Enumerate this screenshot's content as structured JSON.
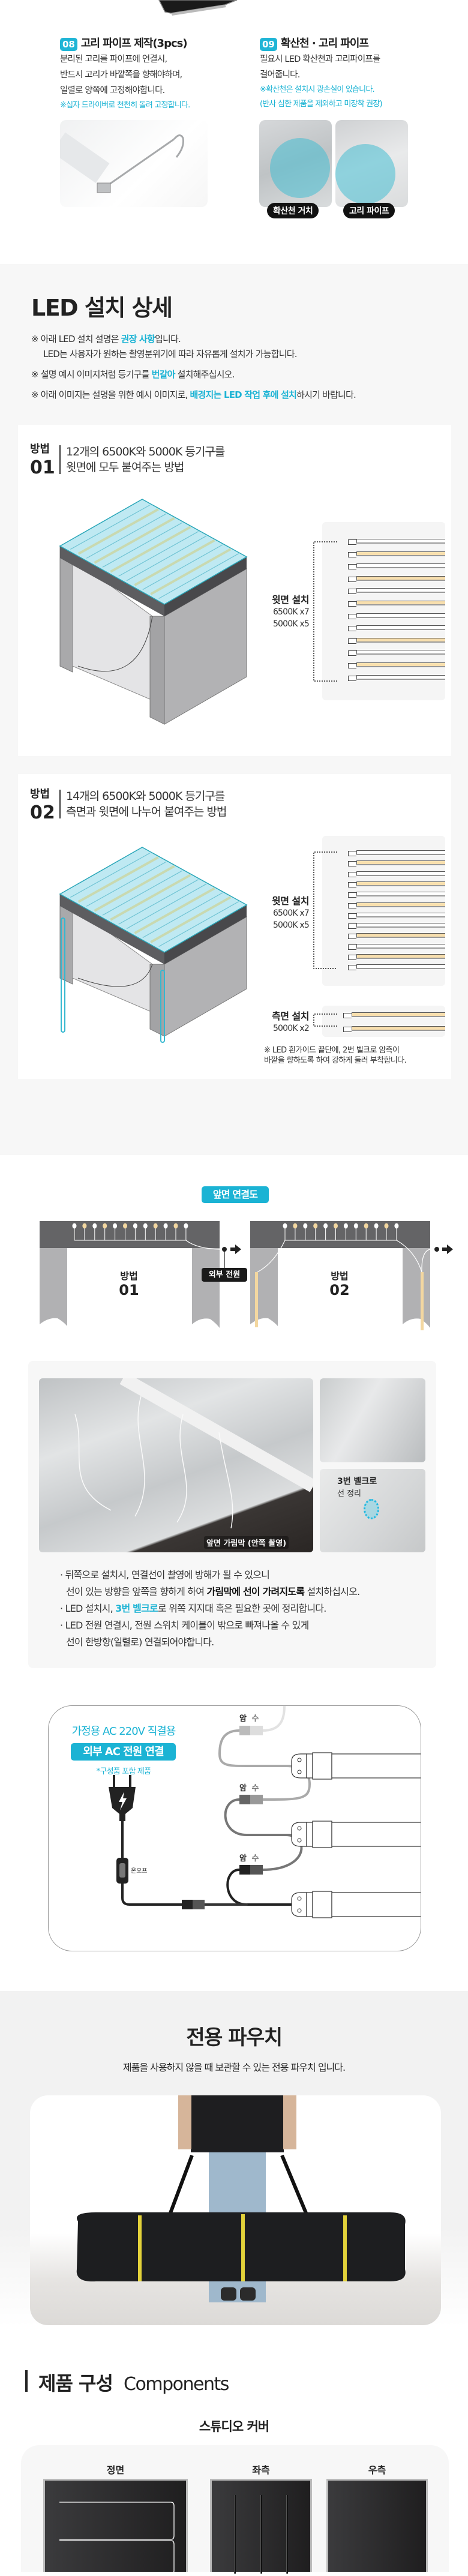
{
  "step08": {
    "number": "08",
    "title": "고리 파이프 제작(3pcs)",
    "lines": [
      "분리된 고리를 파이프에 연결시,",
      "반드시 고리가 바깥쪽을 향해야하며,",
      "일렬로 양쪽에 고정해야합니다."
    ],
    "note": "※십자 드라이버로 천천히 돌려 고정합니다."
  },
  "step09": {
    "number": "09",
    "title": "확산천 · 고리 파이프",
    "lines": [
      "필요시 LED 확산천과 고리파이프를",
      "걸어줍니다."
    ],
    "notes": [
      "※확산천은 설치시 광손실이 있습니다.",
      "(반사 심한 제품을 제외하고 미장착 권장)"
    ],
    "photo_labels": [
      "확산천 거치",
      "고리 파이프"
    ]
  },
  "led_detail": {
    "title": "LED 설치 상세",
    "note1": {
      "pre": "※ 아래 LED 설치 설명은 ",
      "hl": "권장 사항",
      "post": "입니다."
    },
    "note1b": "LED는 사용자가 원하는 촬영분위기에 따라 자유롭게 설치가 가능합니다.",
    "note2": {
      "pre": "※ 설명 예시 이미지처럼 등기구를 ",
      "hl": "번갈아",
      "post": " 설치해주십시오."
    },
    "note3": {
      "pre": "※ 아래 이미지는 설명을 위한 예시 이미지로, ",
      "hl": "배경지는 LED 작업 후에 설치",
      "post": "하시기 바랍니다."
    }
  },
  "method1": {
    "label": "방법",
    "number": "01",
    "desc": [
      "12개의 6500K와 5000K 등기구를",
      "윗면에 모두 붙여주는 방법"
    ],
    "top_label": "윗면 설치",
    "top_counts": [
      "6500K x7",
      "5000K x5"
    ],
    "tubes": [
      "6500K",
      "5000K",
      "6500K",
      "5000K",
      "6500K",
      "5000K",
      "6500K",
      "6500K",
      "5000K",
      "6500K",
      "5000K",
      "6500K"
    ]
  },
  "method2": {
    "label": "방법",
    "number": "02",
    "desc": [
      "14개의 6500K와 5000K 등기구를",
      "측면과 윗면에 나누어 붙여주는 방법"
    ],
    "top_label": "윗면 설치",
    "top_counts": [
      "6500K x7",
      "5000K x5"
    ],
    "tubes": [
      "6500K",
      "5000K",
      "6500K",
      "5000K",
      "6500K",
      "5000K",
      "6500K",
      "6500K",
      "5000K",
      "6500K",
      "5000K",
      "6500K"
    ],
    "side_label": "측면 설치",
    "side_counts": [
      "5000K x2"
    ],
    "side_tubes": [
      "5000K",
      "5000K"
    ],
    "note": [
      "※ LED 흰가이드 끝단에, 2번 벨크로 암측이",
      "바깥을 향하도록 하여 강하게 둘러 부착합니다."
    ]
  },
  "front_wiring": {
    "badge": "앞면 연결도",
    "method1": {
      "label": "방법",
      "number": "01"
    },
    "method2": {
      "label": "방법",
      "number": "02"
    },
    "power_label": "외부 전원",
    "photo_caption": "앞면 가림막 (안쪽 촬영)",
    "velcro_label": "3번 벨크로",
    "velcro_sub": "선 정리",
    "bullets": [
      {
        "line1": "뒤쪽으로 설치시, 연결선이 촬영에 방해가 될 수 있으니",
        "line2_pre": "선이 있는 방향을 앞쪽을 향하게 하여 ",
        "line2_bold": "가림막에 선이 가려지도록",
        "line2_post": " 설치하십시오."
      },
      {
        "pre": "LED 설치시, ",
        "hl": "3번 벨크로",
        "post": "로 위쪽 지지대 혹은 필요한 곳에 정리합니다."
      },
      {
        "line1": "LED 전원 연결시, 전원 스위치 케이블이 밖으로 빠져나올 수 있게",
        "line2": "선이 한방향(일렬로) 연결되어야합니다."
      }
    ]
  },
  "ac_diagram": {
    "headline": "가정용 AC 220V 직결용",
    "badge": "외부 AC 전원 연결",
    "sub": "*구성품 포함 제품",
    "switch_label": "온오프",
    "connector_labels": [
      [
        "암",
        "수"
      ],
      [
        "암",
        "수"
      ],
      [
        "암",
        "수"
      ]
    ]
  },
  "pouch": {
    "title": "전용 파우치",
    "subtitle": "제품을 사용하지 않을 때 보관할 수 있는 전용 파우치 입니다."
  },
  "components": {
    "title_ko": "제품 구성",
    "title_en": "Components",
    "group_title": "스튜디오 커버",
    "panels": [
      "정면",
      "좌측",
      "우측"
    ]
  },
  "colors": {
    "accent": "#1bb3d4",
    "tube_5000k": "#f8dfae",
    "tube_6500k": "#ffffff"
  }
}
